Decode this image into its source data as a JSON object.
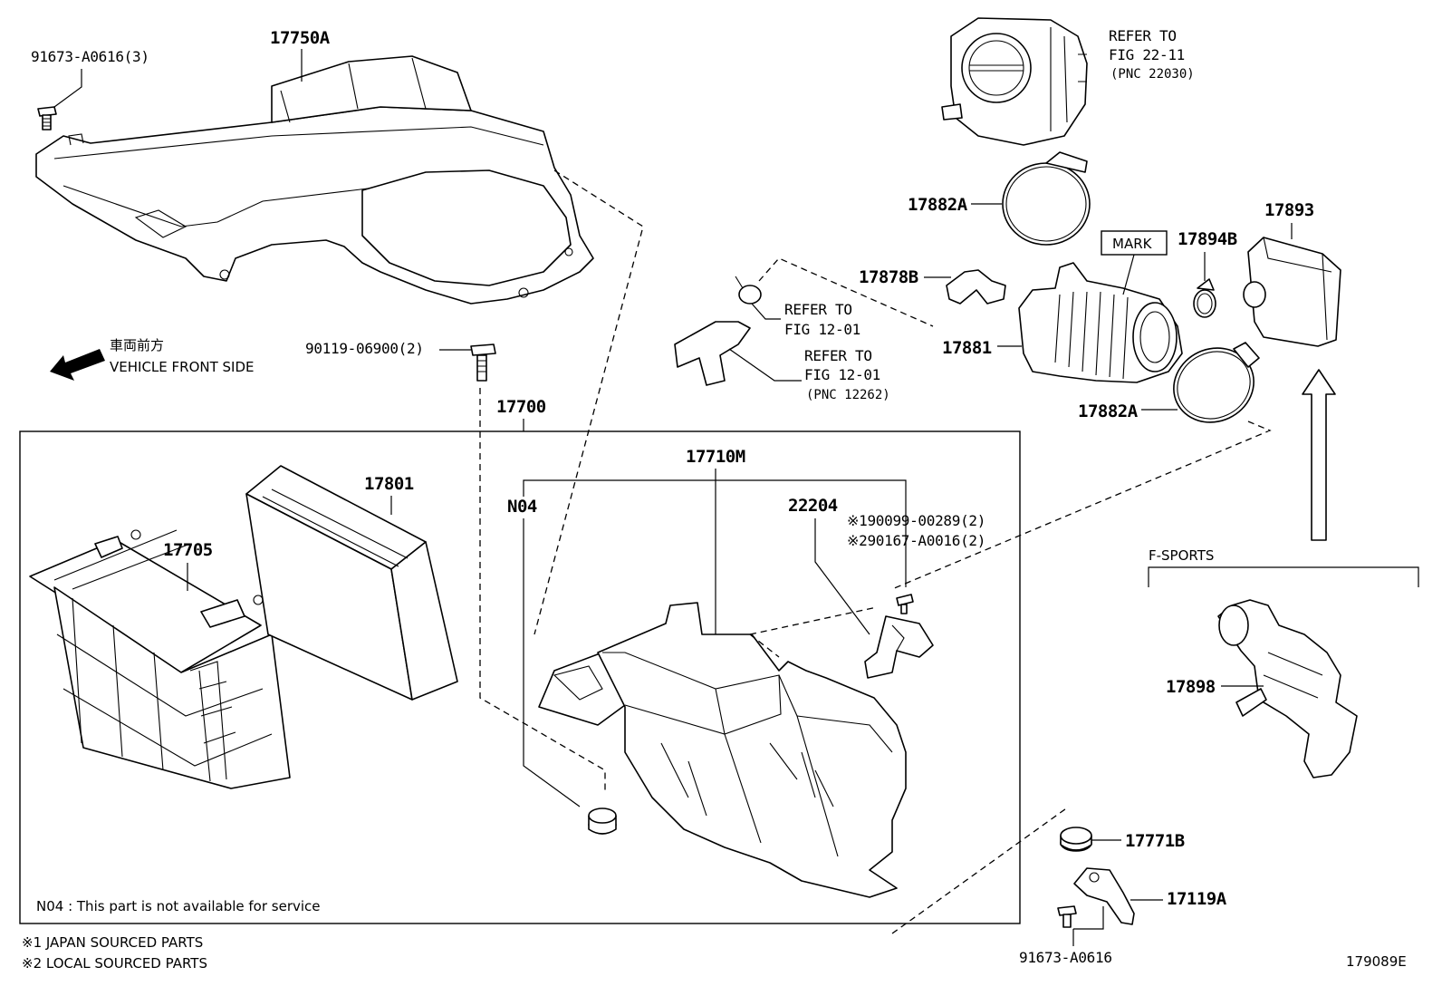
{
  "labels": {
    "p17750A": "17750A",
    "p91673a3": "91673-A0616(3)",
    "p90119": "90119-06900(2)",
    "p17700": "17700",
    "p17801": "17801",
    "p17705": "17705",
    "p17710M": "17710M",
    "pN04": "N04",
    "p22204": "22204",
    "p90099": "※190099-00289(2)",
    "p90167": "※290167-A0016(2)",
    "p17882A_top": "17882A",
    "p17882A_bot": "17882A",
    "p17878B": "17878B",
    "p17881": "17881",
    "p17894B": "17894B",
    "p17893": "17893",
    "p17898": "17898",
    "p17771B": "17771B",
    "p17119A": "17119A",
    "p91673a": "91673-A0616",
    "mark": "MARK"
  },
  "refs": {
    "throttle_l1": "REFER TO",
    "throttle_l2": "FIG 22-11",
    "throttle_l3": "(PNC 22030)",
    "ref1_l1": "REFER TO",
    "ref1_l2": "FIG 12-01",
    "ref2_l1": "REFER TO",
    "ref2_l2": "FIG 12-01",
    "ref2_l3": "(PNC 12262)"
  },
  "direction": {
    "jp": "車両前方",
    "en": "VEHICLE FRONT SIDE"
  },
  "fsports": "F-SPORTS",
  "note_n04": "N04 : This part is not available for service",
  "legend": {
    "l1": "※1 JAPAN SOURCED PARTS",
    "l2": "※2 LOCAL SOURCED PARTS"
  },
  "fig_id": "179089E"
}
